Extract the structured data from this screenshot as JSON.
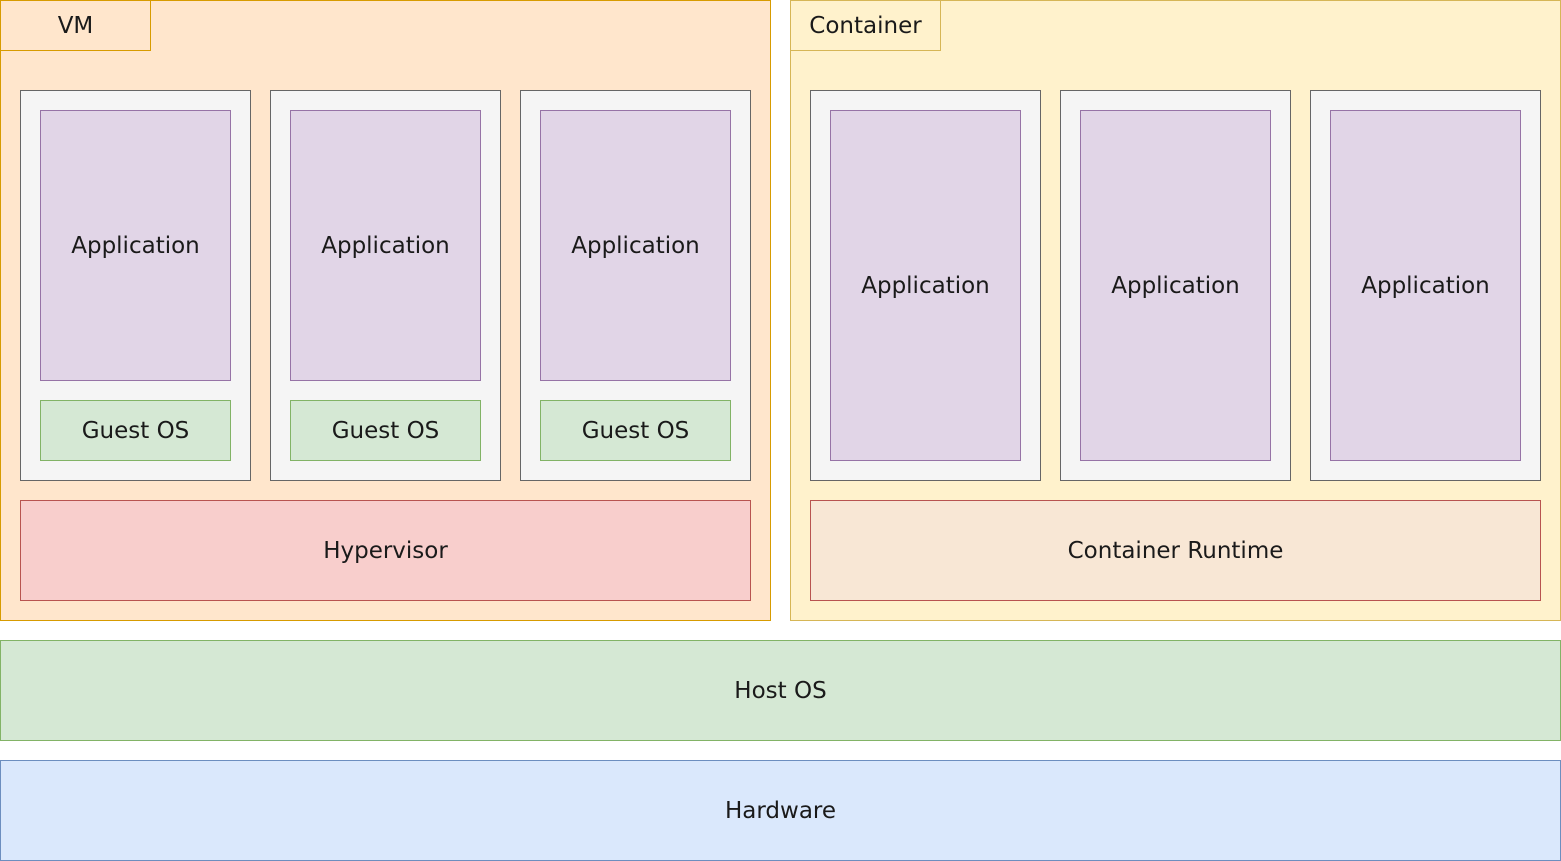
{
  "vm": {
    "label": "VM",
    "machines": [
      {
        "application": "Application",
        "guest_os": "Guest OS"
      },
      {
        "application": "Application",
        "guest_os": "Guest OS"
      },
      {
        "application": "Application",
        "guest_os": "Guest OS"
      }
    ],
    "hypervisor": "Hypervisor"
  },
  "container": {
    "label": "Container",
    "apps": [
      {
        "application": "Application"
      },
      {
        "application": "Application"
      },
      {
        "application": "Application"
      }
    ],
    "runtime": "Container Runtime"
  },
  "host_os": "Host OS",
  "hardware": "Hardware",
  "colors": {
    "vm_fill": "#ffe6cc",
    "container_fill": "#fff2cc",
    "application_fill": "#e1d5e7",
    "guest_os_fill": "#d5e8d4",
    "hypervisor_fill": "#f8cecc",
    "runtime_fill": "#f8e7d5",
    "host_os_fill": "#d5e8d4",
    "hardware_fill": "#dae8fc"
  }
}
